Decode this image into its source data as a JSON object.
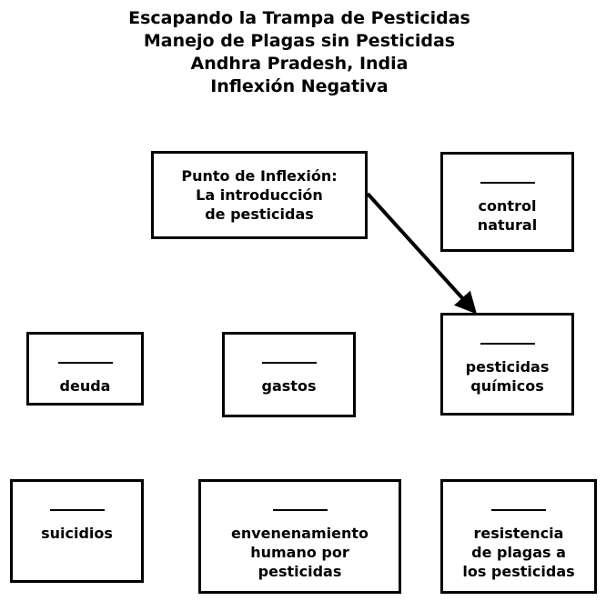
{
  "title_lines": [
    "Escapando la Trampa de Pesticidas",
    "Manejo de Plagas sin Pesticidas",
    "Andhra Pradesh, India",
    "Inflexión Negativa"
  ],
  "nodes": {
    "inflection": "Punto de Inflexión:\nLa introducción\nde pesticidas",
    "control_natural": "control\nnatural",
    "pesticidas_quimicos": "pesticidas\nquímicos",
    "deuda": "deuda",
    "gastos": "gastos",
    "suicidios": "suicidios",
    "envenenamiento": "envenenamiento\nhumano por\npesticidas",
    "resistencia": "resistencia\nde plagas a\nlos pesticidas"
  },
  "edges": [
    {
      "from": "inflection",
      "to": "pesticidas_quimicos"
    }
  ]
}
